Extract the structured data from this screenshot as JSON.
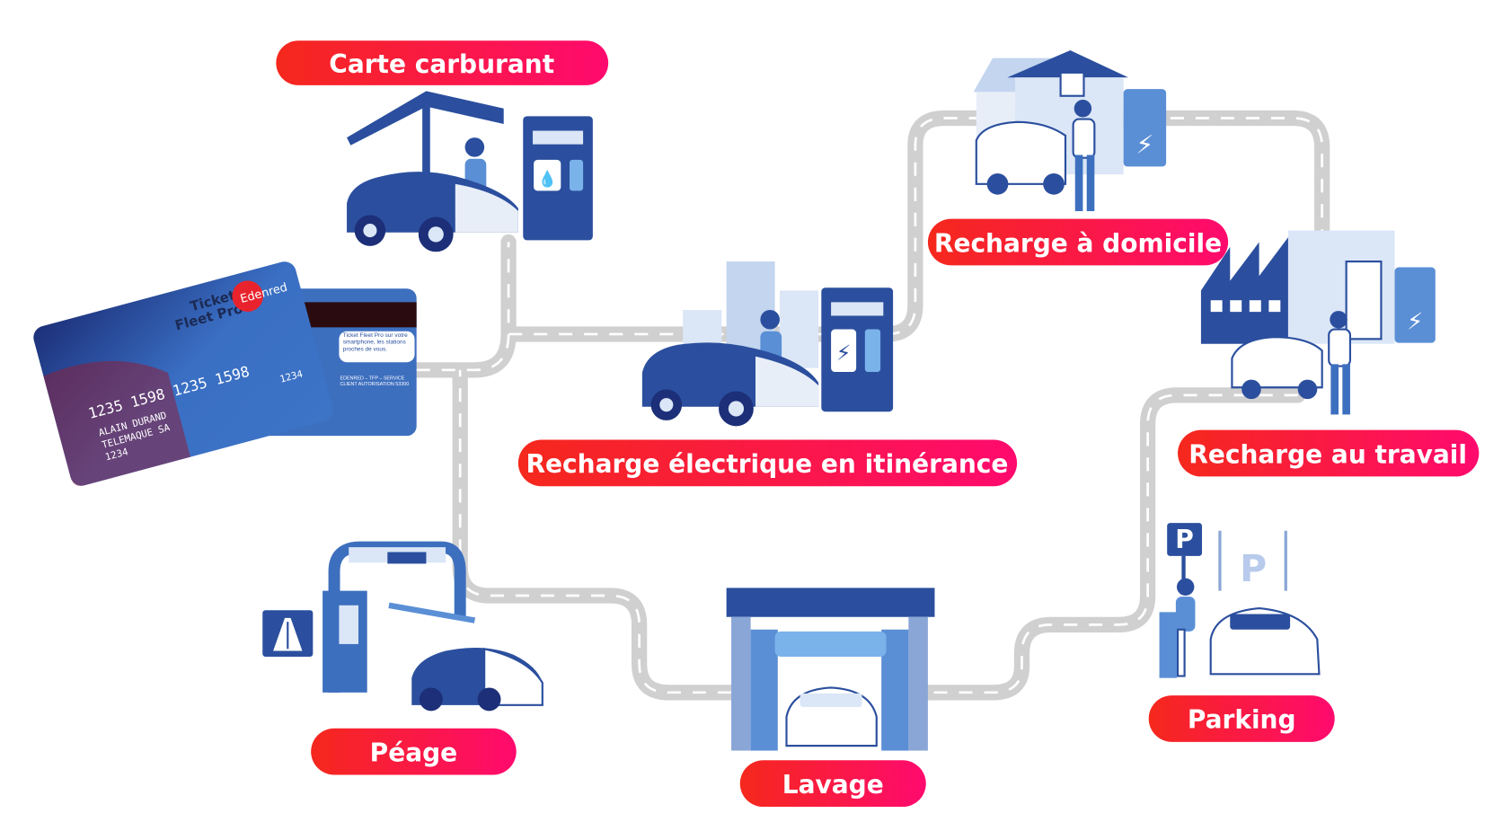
{
  "labels": {
    "fuel_card": "Carte carburant",
    "home_charging": "Recharge à domicile",
    "roaming_charging": "Recharge électrique en itinérance",
    "work_charging": "Recharge au travail",
    "toll": "Péage",
    "car_wash": "Lavage",
    "parking": "Parking"
  },
  "card": {
    "brand_line1": "Ticket",
    "brand_line2": "Fleet Pro",
    "issuer": "Edenred",
    "number": "1235 1598 1235 1598",
    "holder": "ALAIN DURAND",
    "company": "TELEMAQUE SA",
    "code": "1234",
    "back_text": "Ticket Fleet Pro sur votre smartphone, les stations proches de vous.",
    "back_address": "EDENRED – TFP – SERVICE CLIENT AUTORISATION 53300"
  },
  "parking_sign": "P",
  "colors": {
    "pill_start": "#f5281c",
    "pill_end": "#ff0a6e",
    "illustration_blue": "#2b4f9e",
    "light_blue": "#5a8fd6",
    "road_gray": "#cfcfcf"
  }
}
